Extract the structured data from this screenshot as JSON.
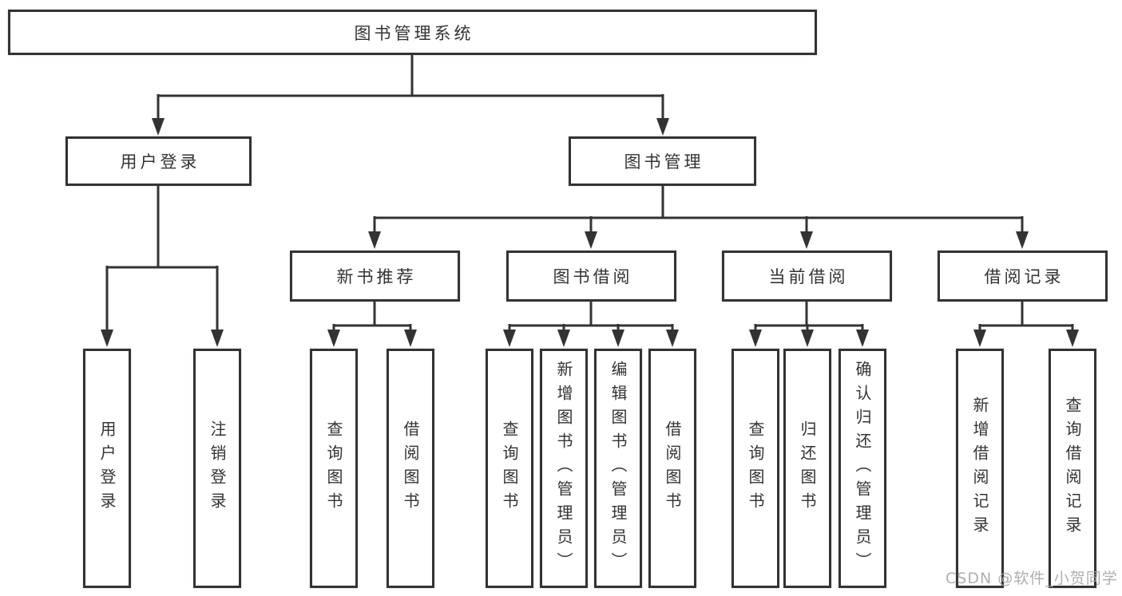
{
  "diagram": {
    "title": "图书管理系统",
    "type": "hierarchy-tree",
    "colors": {
      "background": "#ffffff",
      "line": "#333333",
      "box_border": "#333333",
      "text": "#333333",
      "watermark": "#a8a8a8"
    },
    "nodes": {
      "root": "图书管理系统",
      "user_login": "用户登录",
      "book_mgmt": "图书管理",
      "new_book_rec": "新书推荐",
      "book_borrow": "图书借阅",
      "current_borrow": "当前借阅",
      "borrow_records": "借阅记录",
      "leaf_user_login": "用户登录",
      "leaf_logout": "注销登录",
      "leaf_query_books_1": "查询图书",
      "leaf_borrow_books_1": "借阅图书",
      "leaf_query_books_2": "查询图书",
      "leaf_add_books_admin": "新增图书（管理员）",
      "leaf_edit_books_admin": "编辑图书（管理员）",
      "leaf_borrow_books_2": "借阅图书",
      "leaf_query_books_3": "查询图书",
      "leaf_return_books": "归还图书",
      "leaf_confirm_return_admin": "确认归还（管理员）",
      "leaf_add_borrow_record": "新增借阅记录",
      "leaf_query_borrow_record": "查询借阅记录"
    },
    "hierarchy": {
      "图书管理系统": {
        "用户登录": [
          "用户登录",
          "注销登录"
        ],
        "图书管理": {
          "新书推荐": [
            "查询图书",
            "借阅图书"
          ],
          "图书借阅": [
            "查询图书",
            "新增图书（管理员）",
            "编辑图书（管理员）",
            "借阅图书"
          ],
          "当前借阅": [
            "查询图书",
            "归还图书",
            "确认归还（管理员）"
          ],
          "借阅记录": [
            "新增借阅记录",
            "查询借阅记录"
          ]
        }
      }
    },
    "watermark": "CSDN @软件_小贺同学"
  }
}
